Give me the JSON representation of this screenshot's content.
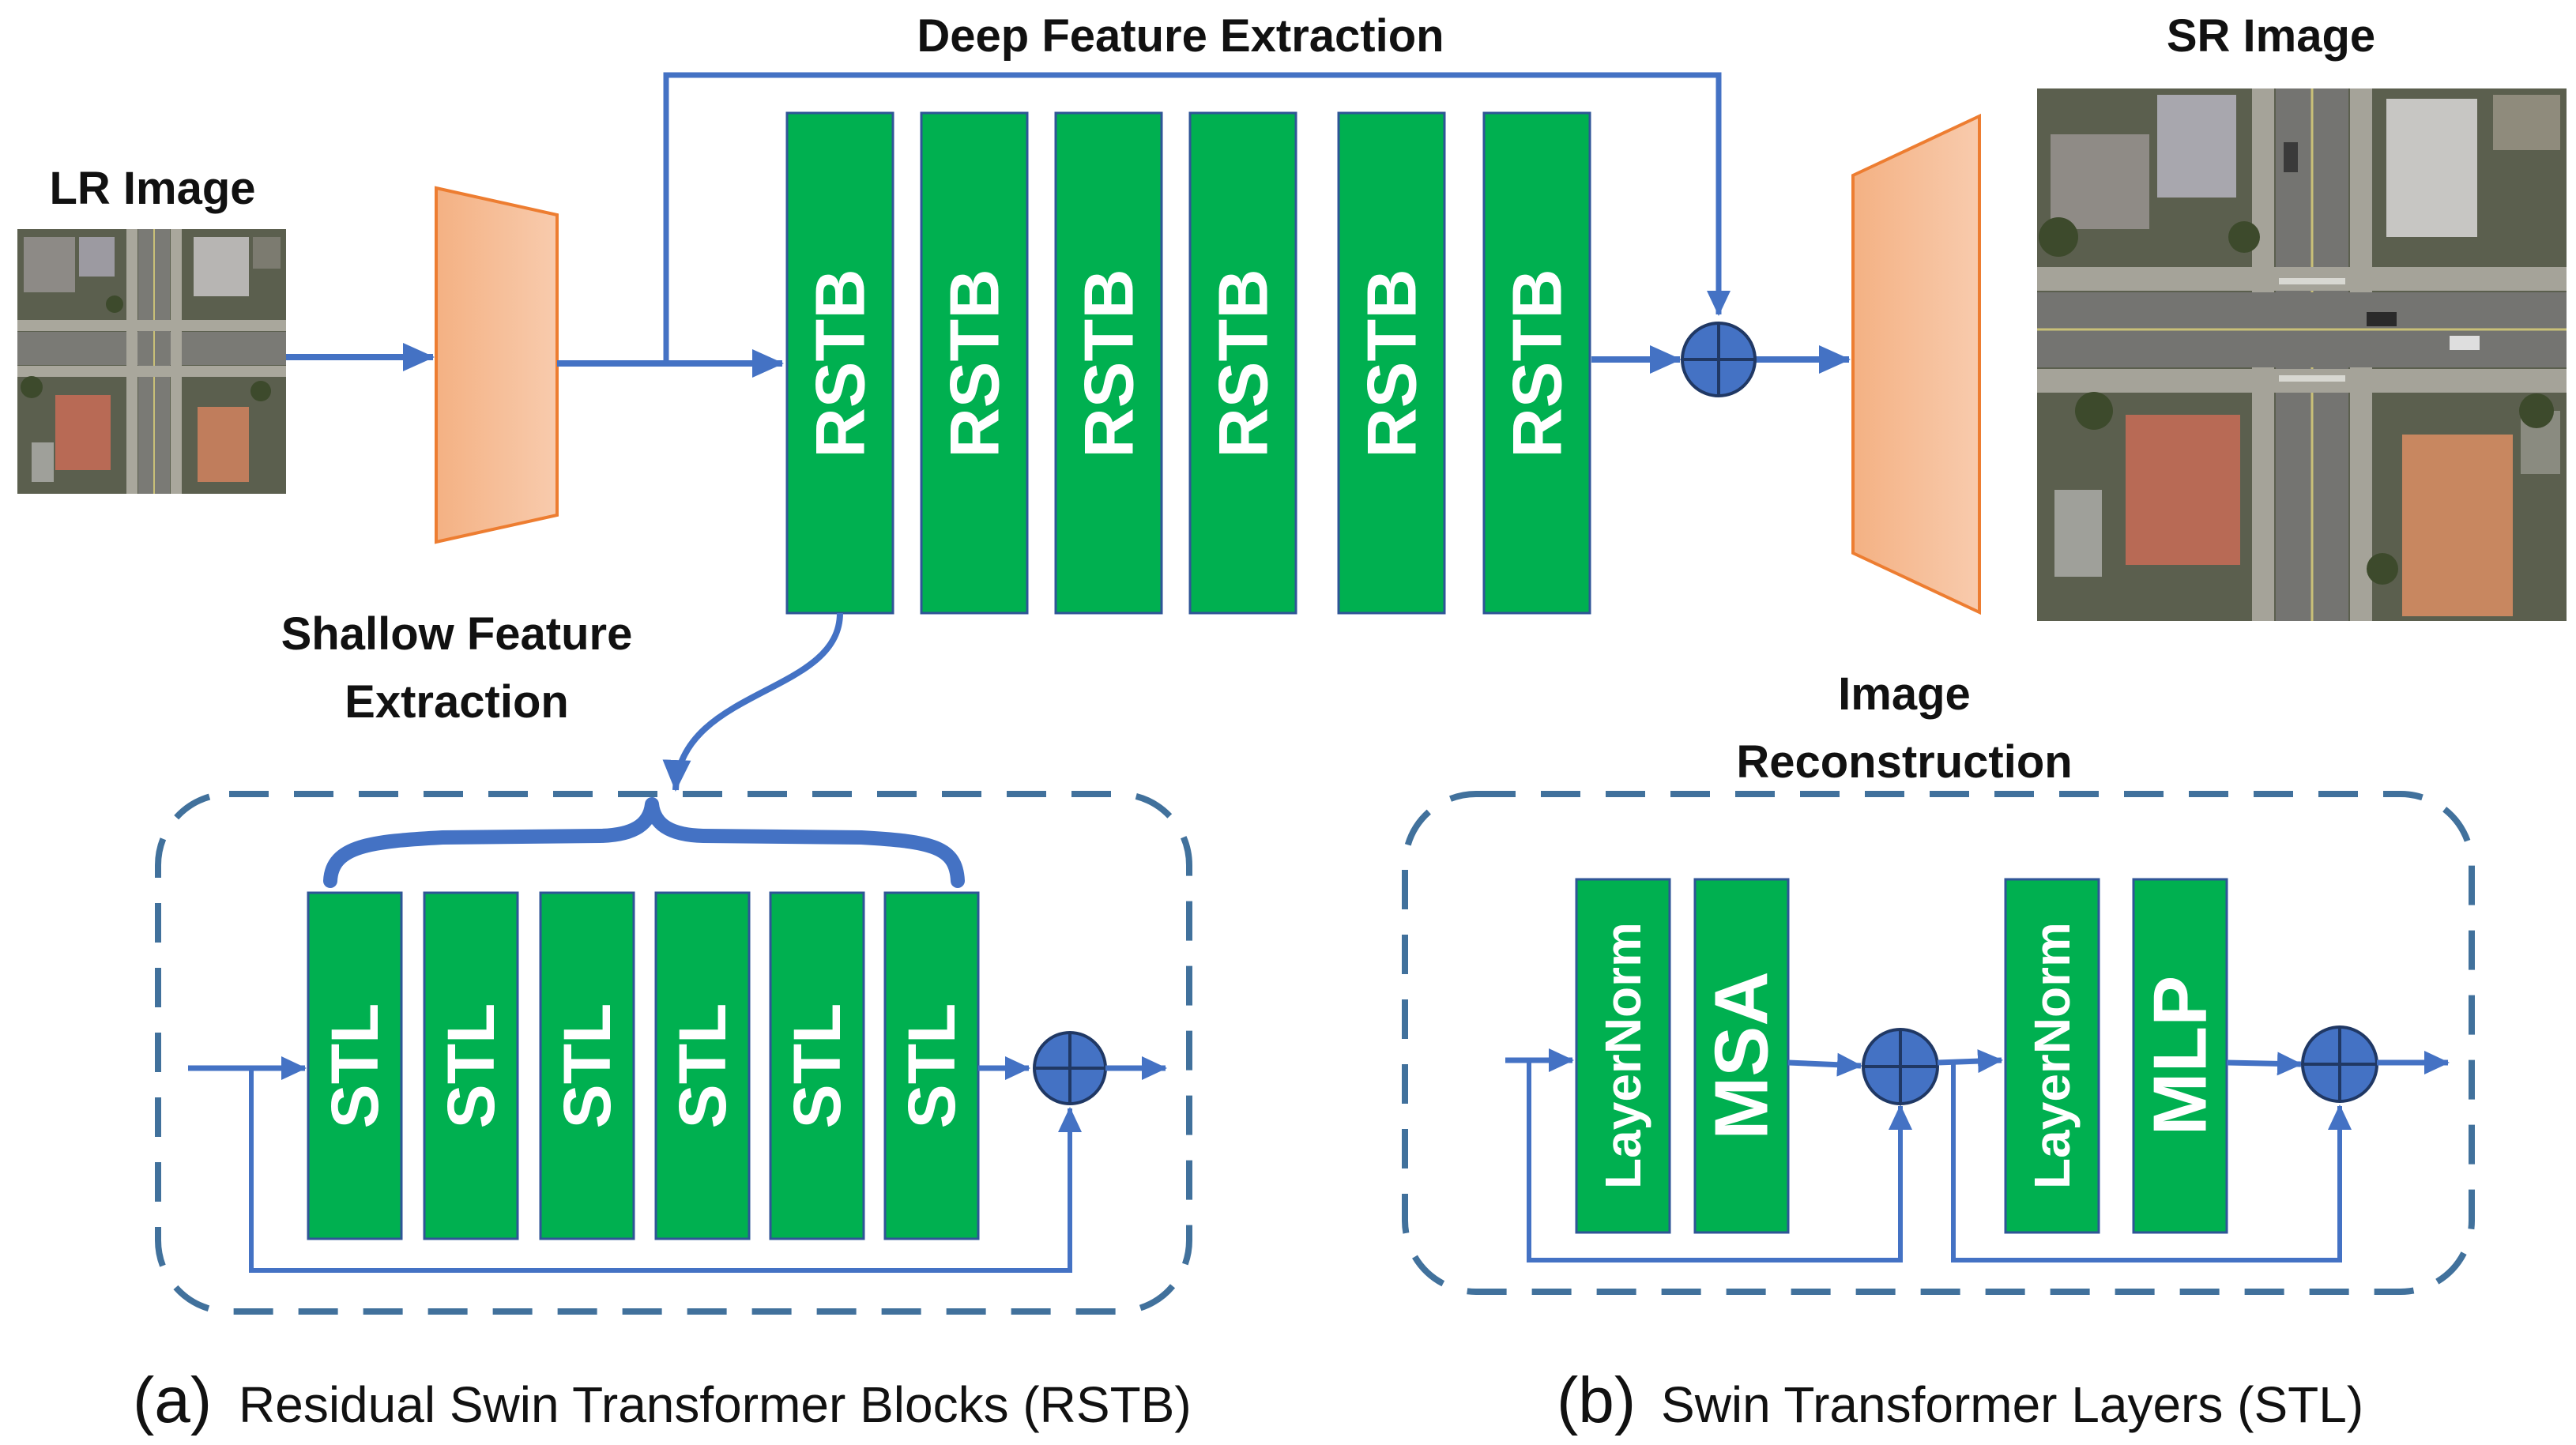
{
  "colors": {
    "arrow": "#4472c4",
    "block_green": "#00b050",
    "block_border": "#2f5597",
    "trapezoid_fill": "#f4b183",
    "trapezoid_stroke": "#ed7d31",
    "plus_fill": "#4472c4",
    "plus_stroke": "#203864",
    "dashed_border": "#41719c"
  },
  "labels": {
    "lr_image": "LR Image",
    "sr_image": "SR Image",
    "deep_feature": "Deep Feature Extraction",
    "shallow_line1": "Shallow Feature",
    "shallow_line2": "Extraction",
    "recon_line1": "Image",
    "recon_line2": "Reconstruction"
  },
  "rstb_blocks": [
    "RSTB",
    "RSTB",
    "RSTB",
    "RSTB",
    "RSTB",
    "RSTB"
  ],
  "stl_blocks": [
    "STL",
    "STL",
    "STL",
    "STL",
    "STL",
    "STL"
  ],
  "stl_layers": {
    "layernorm1": "LayerNorm",
    "msa": "MSA",
    "layernorm2": "LayerNorm",
    "mlp": "MLP"
  },
  "captions": {
    "a_marker": "(a)",
    "a_text": "Residual Swin Transformer Blocks (RSTB)",
    "b_marker": "(b)",
    "b_text": "Swin Transformer Layers (STL)"
  },
  "icons": {
    "sum": "circled-plus-icon",
    "image_lr": "aerial-photo-icon",
    "image_sr": "aerial-photo-icon"
  }
}
